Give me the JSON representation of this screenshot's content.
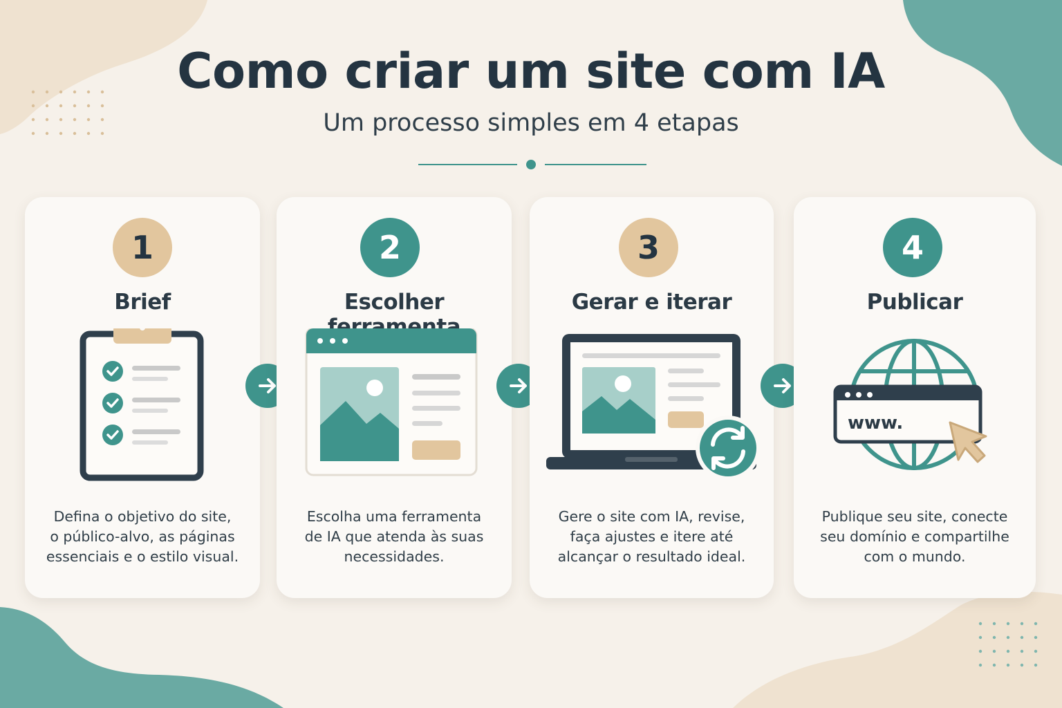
{
  "title": "Como criar um site com IA",
  "subtitle": "Um processo simples em 4 etapas",
  "colors": {
    "background": "#f6f1ea",
    "teal": "#3f948c",
    "sand": "#e2c69e",
    "dark": "#243441",
    "card": "#fbf9f6"
  },
  "steps": [
    {
      "number": "1",
      "title": "Brief",
      "icon": "clipboard-checklist-icon",
      "description": [
        "Defina o objetivo do site,",
        "o público-alvo, as páginas",
        "essenciais e o estilo visual."
      ]
    },
    {
      "number": "2",
      "title": "Escolher ferramenta",
      "icon": "website-builder-window-icon",
      "description": [
        "Escolha uma ferramenta",
        "de IA que atenda às suas",
        "necessidades."
      ]
    },
    {
      "number": "3",
      "title": "Gerar e iterar",
      "icon": "laptop-refresh-icon",
      "description": [
        "Gere o site com IA, revise,",
        "faça ajustes e itere até",
        "alcançar o resultado ideal."
      ]
    },
    {
      "number": "4",
      "title": "Publicar",
      "icon": "globe-www-icon",
      "description": [
        "Publique seu site, conecte",
        "seu domínio e compartilhe",
        "com o mundo."
      ]
    }
  ],
  "browser_url_text": "www.",
  "arrow_icon": "arrow-right-icon"
}
